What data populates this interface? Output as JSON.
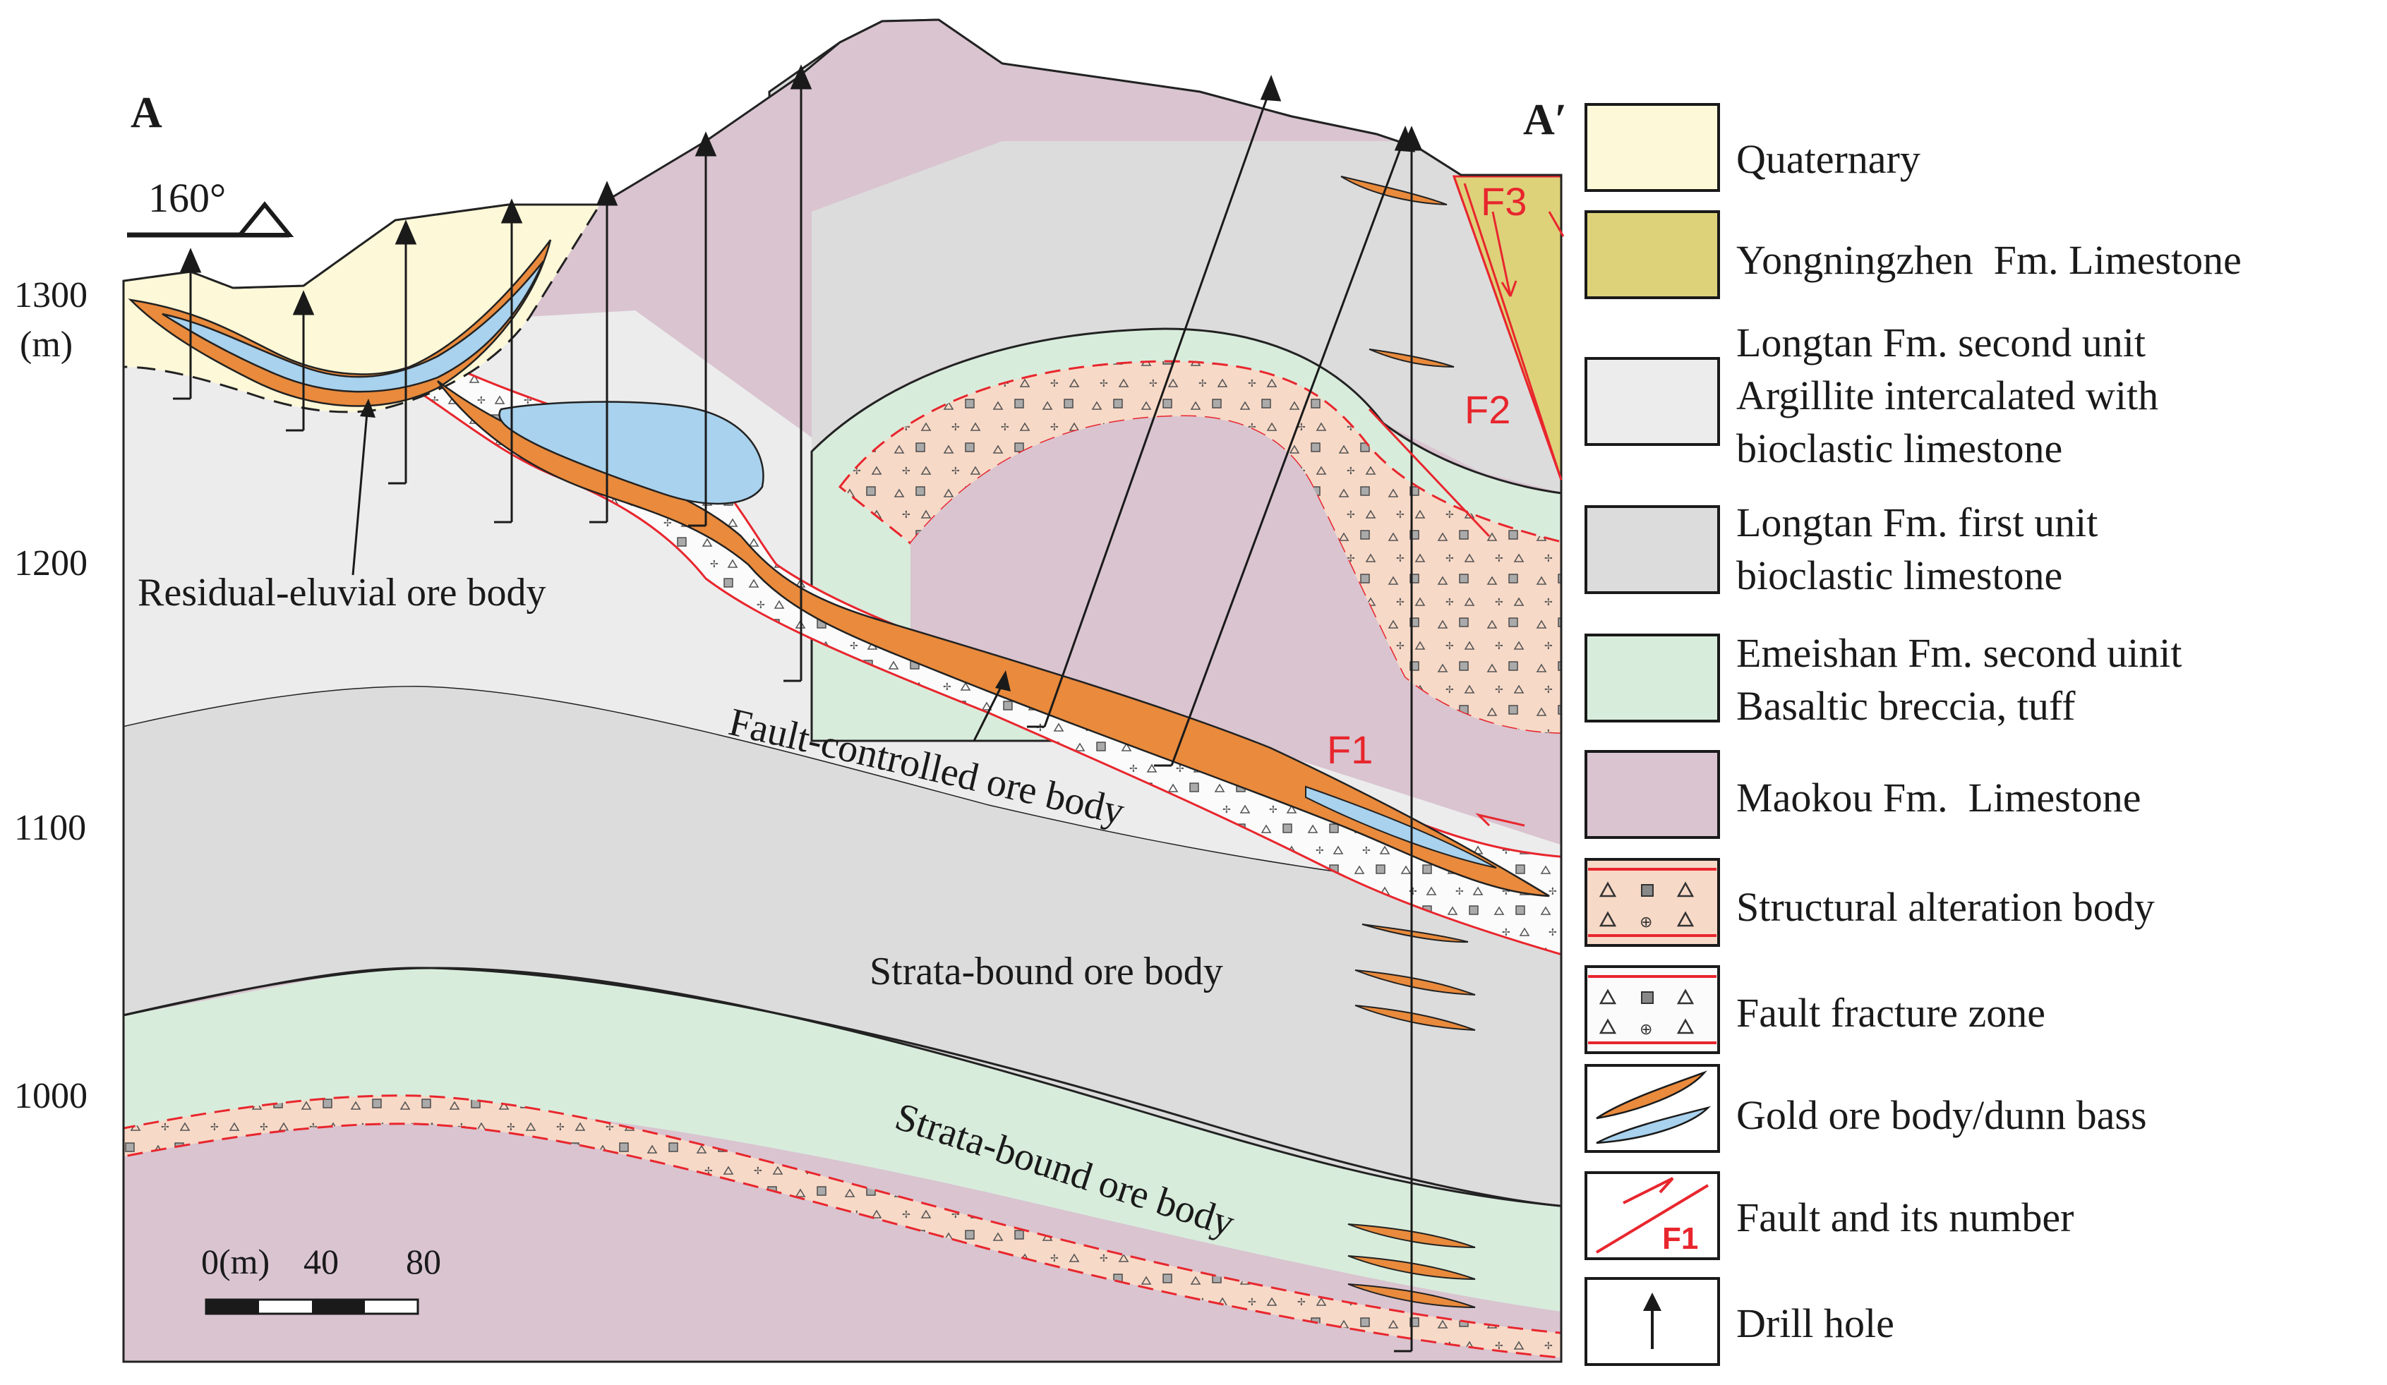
{
  "section": {
    "start_label": "A",
    "end_label": "A′",
    "azimuth": "160°",
    "elevation_unit": "(m)",
    "elevation_ticks": [
      "1300",
      "1200",
      "1100",
      "1000"
    ],
    "scale_bar": [
      "0(m)",
      "40",
      "80"
    ],
    "annotations": {
      "residual_eluvial": "Residual-eluvial ore body",
      "fault_controlled": "Fault-controlled ore body",
      "strata_bound_upper": "Strata-bound ore body",
      "strata_bound_lower": "Strata-bound ore body"
    },
    "faults": [
      "F1",
      "F2",
      "F3"
    ]
  },
  "legend": {
    "items": [
      {
        "id": "quaternary",
        "lines": [
          "Quaternary"
        ]
      },
      {
        "id": "yongningzhen",
        "lines": [
          "Yongningzhen  Fm. Limestone"
        ]
      },
      {
        "id": "longtan2",
        "lines": [
          "Longtan Fm. second unit",
          "Argillite intercalated with",
          "bioclastic limestone"
        ]
      },
      {
        "id": "longtan1",
        "lines": [
          "Longtan Fm. first unit",
          "bioclastic limestone"
        ]
      },
      {
        "id": "emeishan",
        "lines": [
          "Emeishan Fm. second uinit",
          "Basaltic breccia, tuff"
        ]
      },
      {
        "id": "maokou",
        "lines": [
          "Maokou Fm.  Limestone"
        ]
      },
      {
        "id": "structural_alteration",
        "lines": [
          "Structural alteration body"
        ]
      },
      {
        "id": "fault_fracture",
        "lines": [
          "Fault fracture zone"
        ]
      },
      {
        "id": "gold_ore",
        "lines": [
          "Gold ore body/dunn bass"
        ]
      },
      {
        "id": "fault",
        "lines": [
          "Fault and its number"
        ],
        "tag": "F1"
      },
      {
        "id": "drill_hole",
        "lines": [
          "Drill hole"
        ]
      }
    ]
  },
  "colors": {
    "quaternary": "#fdf8d8",
    "yongningzhen": "#ddd27a",
    "longtan2": "#ececec",
    "longtan1": "#dcdcdc",
    "emeishan": "#d8ecdc",
    "maokou": "#d9c4d0",
    "alteration": "#f7d9c7",
    "fracture": "#fbfbfb",
    "ore": "#e98a3c",
    "dunn_bass": "#a8d2ee",
    "fault": "#e8262d"
  }
}
